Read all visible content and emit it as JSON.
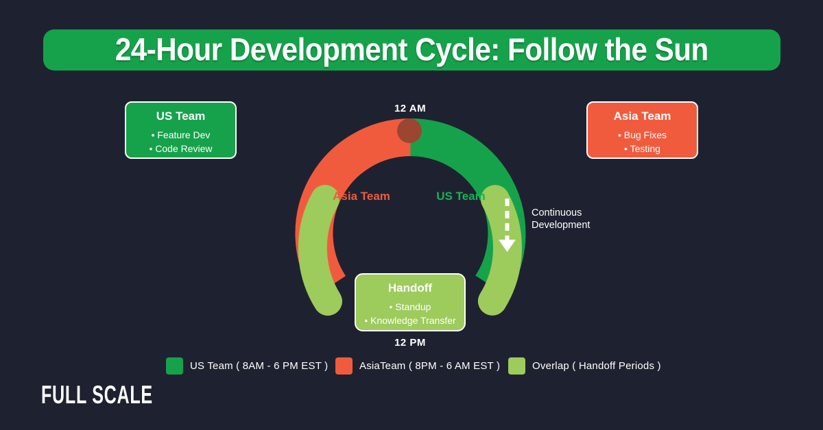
{
  "title": {
    "text": "24-Hour Development Cycle: Follow the Sun"
  },
  "cards": {
    "us": {
      "title": "US Team",
      "items": [
        "• Feature Dev",
        "• Code Review"
      ]
    },
    "asia": {
      "title": "Asia Team",
      "items": [
        "• Bug Fixes",
        "• Testing"
      ]
    },
    "handoff": {
      "title": "Handoff",
      "items": [
        "• Standup",
        "• Knowledge Transfer"
      ]
    }
  },
  "clock": {
    "top_label": "12 AM",
    "bottom_label": "12 PM",
    "left_arc_label": "Asia Team",
    "right_arc_label": "US Team",
    "annotation": "Continuous Development"
  },
  "legend": [
    {
      "label": "US Team ( 8AM - 6 PM EST )",
      "color": "#16A24B"
    },
    {
      "label": "AsiaTeam ( 8PM - 6 AM EST )",
      "color": "#F15B3D"
    },
    {
      "label": "Overlap ( Handoff Periods )",
      "color": "#9DCB5C"
    }
  ],
  "logo": {
    "text": "FULL SCALE"
  },
  "colors": {
    "background": "#1E2230",
    "green": "#16A24B",
    "orange": "#F15B3D",
    "light_green": "#9DCB5C",
    "midnight_marker": "#9C4531",
    "text": "#FFFFFF"
  }
}
